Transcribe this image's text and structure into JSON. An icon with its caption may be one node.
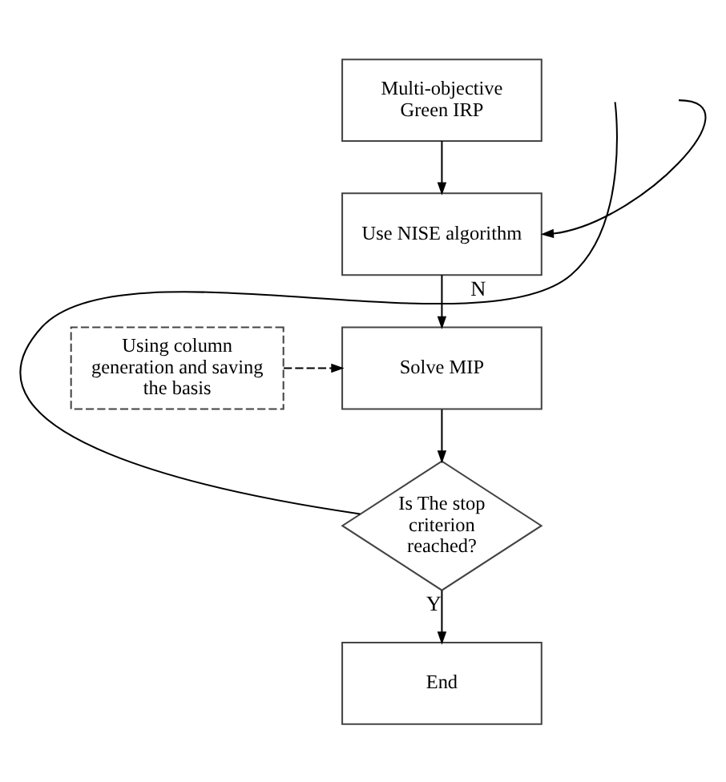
{
  "diagram": {
    "nodes": [
      {
        "text": [
          "Multi-objective Green IRP"
        ]
      },
      {
        "text": [
          "Use NISE algorithm"
        ]
      },
      {
        "text": [
          "Using column generation and saving the basis"
        ]
      },
      {
        "text": [
          "Solve MIP"
        ]
      },
      {
        "text": [
          "Is The stop criterion reached?"
        ]
      },
      {
        "text": [
          "End"
        ]
      }
    ],
    "edges": [
      {
        "from": 0,
        "to": 1,
        "arrow": "to"
      },
      {
        "from": 1,
        "to": 3,
        "arrow": "to"
      },
      {
        "from": 2,
        "to": 3,
        "arrow": "to",
        "style": "dashed"
      },
      {
        "from": 3,
        "to": 4,
        "arrow": "to"
      },
      {
        "from": 4,
        "to": 5,
        "arrow": "to",
        "label": "Y"
      },
      {
        "from": 4,
        "to": null,
        "arrow": "none",
        "label": "N"
      },
      {
        "from": null,
        "to": 1,
        "arrow": "to"
      }
    ]
  }
}
